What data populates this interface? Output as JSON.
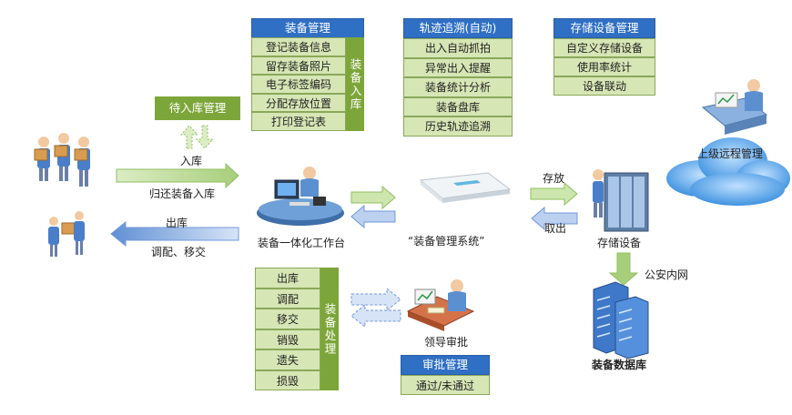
{
  "equipment_mgmt": {
    "header": "装备管理",
    "items": [
      "登记装备信息",
      "留存装备照片",
      "电子标签编码",
      "分配存放位置",
      "打印登记表"
    ],
    "side_label": "装备入库"
  },
  "tracking": {
    "header": "轨迹追溯(自动)",
    "items": [
      "出入自动抓拍",
      "异常出入提醒",
      "装备统计分析",
      "装备盘库",
      "历史轨迹追溯"
    ]
  },
  "storage_mgmt": {
    "header": "存储设备管理",
    "items": [
      "自定义存储设备",
      "使用率统计",
      "设备联动"
    ]
  },
  "pending": {
    "label": "待入库管理"
  },
  "left_flow": {
    "in_label": "入库",
    "return_label": "归还装备入库",
    "out_label": "出库",
    "transfer_label": "调配、移交"
  },
  "workstation": {
    "label": "装备一体化工作台"
  },
  "system": {
    "label": "“装备管理系统”"
  },
  "storage": {
    "store_label": "存放",
    "take_label": "取出",
    "device_label": "存储设备",
    "network_label": "公安内网",
    "database_label": "装备数据库"
  },
  "remote": {
    "label": "上级远程管理"
  },
  "disposal": {
    "items": [
      "出库",
      "调配",
      "移交",
      "销毁",
      "遗失",
      "损毁"
    ],
    "side_label": "装备处理"
  },
  "approval": {
    "leader_label": "领导审批",
    "header": "审批管理",
    "item": "通过/未通过"
  },
  "colors": {
    "header_blue": "#2f6fc4",
    "item_green": "#d6e6b5",
    "side_green": "#7da63a",
    "arrow_green": "#a7cf7b",
    "arrow_blue": "#7ea4db",
    "cloud_blue": "#5aa7e8"
  }
}
